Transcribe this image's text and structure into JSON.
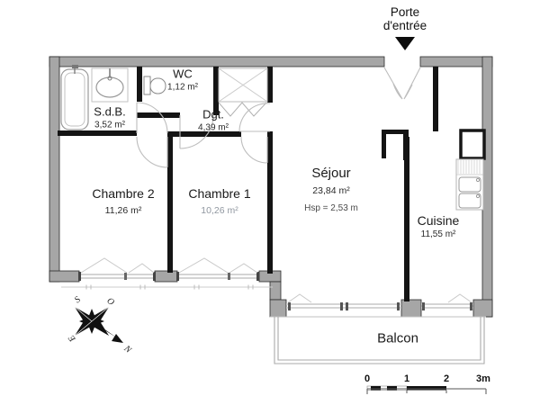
{
  "entry": {
    "line1": "Porte",
    "line2": "d'entrée"
  },
  "rooms": {
    "sdb": {
      "name": "S.d.B.",
      "area": "3,52 m²"
    },
    "wc": {
      "name": "WC",
      "area": "1,12 m²"
    },
    "dgt": {
      "name": "Dgt.",
      "area": "4,39 m²"
    },
    "chambre2": {
      "name": "Chambre 2",
      "area": "11,26 m²"
    },
    "chambre1": {
      "name": "Chambre 1",
      "area": "10,26 m²"
    },
    "sejour": {
      "name": "Séjour",
      "area": "23,84 m²",
      "ceiling_height": "Hsp = 2,53 m"
    },
    "cuisine": {
      "name": "Cuisine",
      "area": "11,55 m²"
    },
    "balcon": {
      "name": "Balcon"
    }
  },
  "compass": {
    "n": "N",
    "s": "S",
    "e": "E",
    "o": "O"
  },
  "scale": {
    "t0": "0",
    "t1": "1",
    "t2": "2",
    "t3": "3m"
  },
  "colors": {
    "outer_wall": "#a6a6a6",
    "inner_wall": "#141414",
    "background": "#ffffff"
  }
}
